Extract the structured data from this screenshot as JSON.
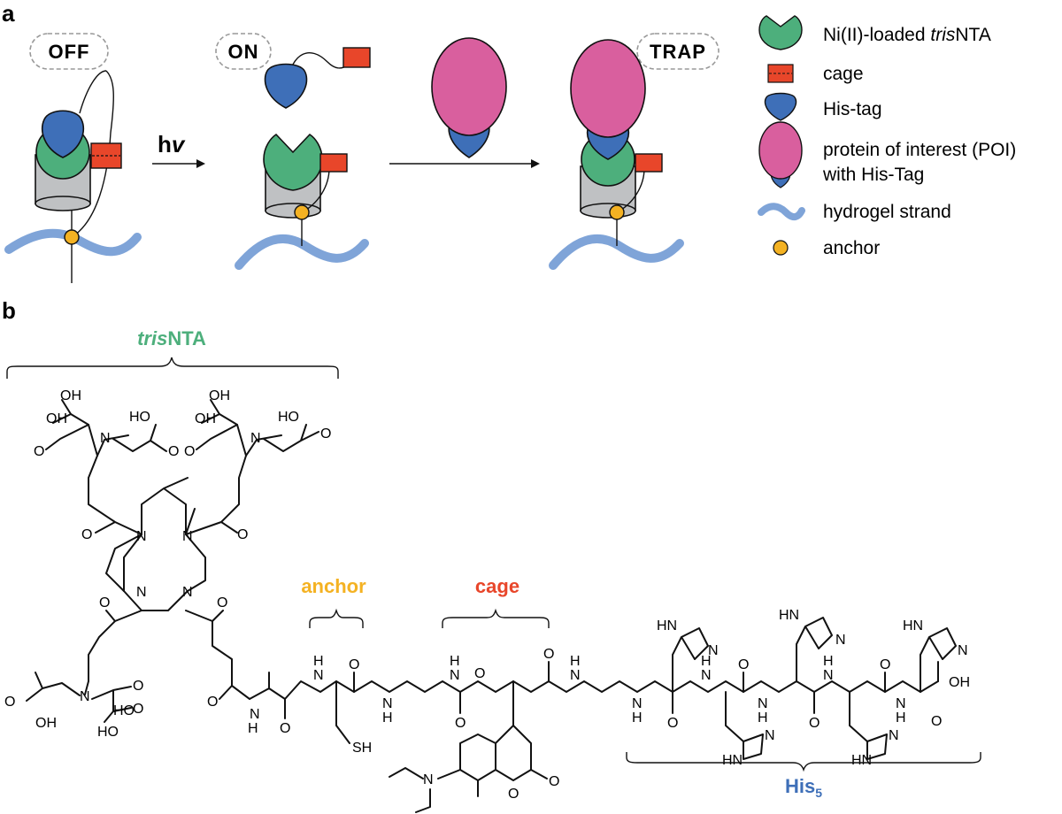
{
  "panels": {
    "a": "a",
    "b": "b"
  },
  "states": {
    "off": "OFF",
    "on": "ON",
    "trap": "TRAP"
  },
  "light": {
    "h": "h",
    "v": "v"
  },
  "legend": {
    "nta_prefix": "Ni(II)-loaded ",
    "nta_italic": "tris",
    "nta_suffix": "NTA",
    "cage": "cage",
    "histag": "His-tag",
    "poi_line1": "protein of interest (POI)",
    "poi_line2": "with His-Tag",
    "hydrogel": "hydrogel strand",
    "anchor": "anchor"
  },
  "labels_b": {
    "trisnta_italic": "tris",
    "trisnta_suffix": "NTA",
    "anchor": "anchor",
    "cage": "cage",
    "his": "His",
    "his_sub": "5"
  },
  "atoms": {
    "OH": "OH",
    "HO": "HO",
    "O": "O",
    "N": "N",
    "H": "H",
    "HN": "HN",
    "SH": "SH",
    "HO2": "HO"
  },
  "colors": {
    "nta_green": "#4daf7c",
    "cage_red": "#e8462a",
    "histag_blue": "#3e6fb8",
    "poi_pink": "#d95f9e",
    "hydrogel_blue": "#7fa4d8",
    "anchor_yellow": "#f4b223",
    "cylinder_grey": "#bfc1c3",
    "trisnta_label": "#4daf7c",
    "anchor_label": "#f4b223",
    "cage_label": "#e8462a",
    "his_label": "#3e6fb8"
  }
}
